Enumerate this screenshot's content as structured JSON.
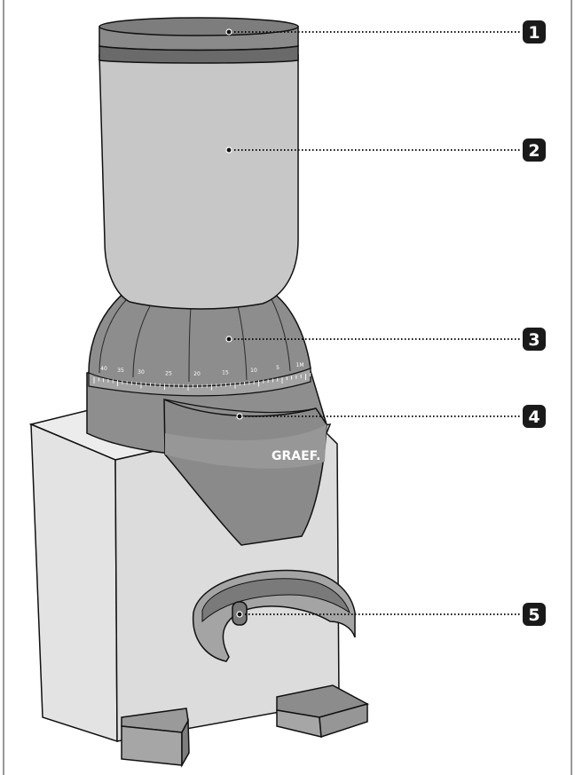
{
  "brand": {
    "logo_text": "GRAEF."
  },
  "dial": {
    "scale_labels": [
      "40",
      "35",
      "30",
      "25",
      "20",
      "15",
      "10",
      "5",
      "1M"
    ]
  },
  "callouts": [
    {
      "number": "1",
      "target": "bean-container-lid"
    },
    {
      "number": "2",
      "target": "bean-container"
    },
    {
      "number": "3",
      "target": "grind-adjustment-ring"
    },
    {
      "number": "4",
      "target": "grinder-housing"
    },
    {
      "number": "5",
      "target": "portafilter-holder"
    }
  ],
  "colors": {
    "outline": "#111111",
    "lid": "#808080",
    "lid_band": "#6e6e6e",
    "hopper": "#c6c6c6",
    "housing": "#8a8a8a",
    "base": "#dddddd",
    "callout_badge": "#1a1a1a"
  }
}
